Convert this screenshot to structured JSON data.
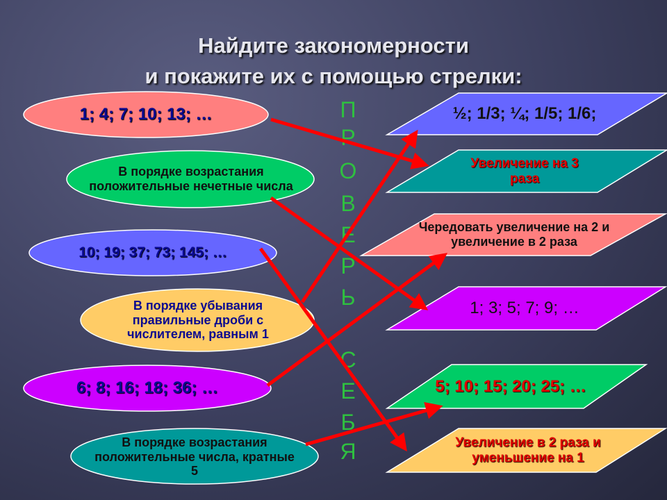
{
  "title": {
    "line1": "Найдите закономерности",
    "line2": "и покажите их с помощью стрелки:"
  },
  "left_items": [
    {
      "text": "1; 4; 7; 10; 13; …",
      "color": "#ff7f7f"
    },
    {
      "text": "В порядке возрастания положительные нечетные числа",
      "color": "#00cc66"
    },
    {
      "text": "10; 19; 37; 73; 145; …",
      "color": "#6666ff"
    },
    {
      "text": "В порядке убывания правильные дроби с числителем, равным 1",
      "color": "#ffcc66"
    },
    {
      "text": "6; 8; 16; 18; 36; …",
      "color": "#cc00ff"
    },
    {
      "text": "В порядке возрастания положительные числа, кратные 5",
      "color": "#009999"
    }
  ],
  "right_items": [
    {
      "text": "½; 1/3; ¼; 1/5; 1/6;",
      "color": "#6666ff"
    },
    {
      "text": "Увеличение на 3 раза",
      "color": "#009999"
    },
    {
      "text": "Чередовать увеличение на 2 и увеличение в 2 раза",
      "color": "#ff7f7f"
    },
    {
      "text": "1; 3; 5; 7; 9; …",
      "color": "#cc00ff"
    },
    {
      "text": "5; 10; 15; 20; 25; …",
      "color": "#00cc66"
    },
    {
      "text": "Увеличение в 2 раза и уменьшение на 1",
      "color": "#ffcc66"
    }
  ],
  "check_yourself": [
    "П",
    "Р",
    "О",
    "В",
    "Е",
    "Р",
    "Ь",
    "С",
    "Е",
    "Б",
    "Я"
  ],
  "arrow_color": "#ff0000"
}
